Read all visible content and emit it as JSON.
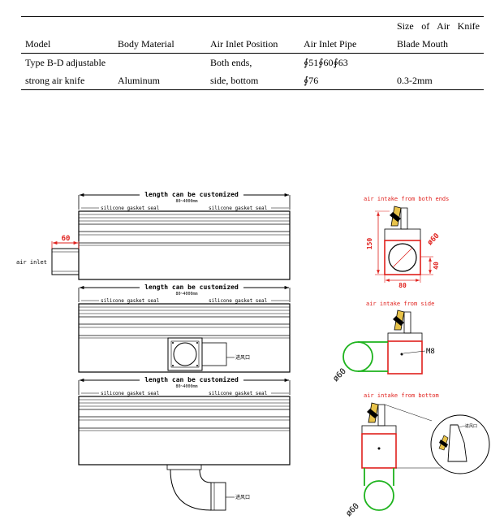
{
  "table": {
    "headers": [
      "Model",
      "Body Material",
      "Air Inlet Position",
      "Air Inlet Pipe"
    ],
    "header_last_line1": "Size of Air Knife",
    "header_last_line2": "Blade Mouth",
    "row": {
      "model_line1": "Type B-D adjustable",
      "model_line2": "strong air knife",
      "material": "Aluminum",
      "position_line1": "Both ends,",
      "position_line2": "side, bottom",
      "pipe_line1": "∮51∮60∮63",
      "pipe_line2": "∮76",
      "mouth": "0.3-2mm"
    }
  },
  "drawings": {
    "top": {
      "length_label": "length can be customized",
      "length_range": "80~4000mm",
      "seal_left": "silicone gasket seal",
      "seal_right": "silicone gasket seal",
      "dim_60": "60",
      "air_inlet": "air inlet"
    },
    "middle": {
      "length_label": "length can be customized",
      "length_range": "80~4000mm",
      "seal_left": "silicone gasket seal",
      "seal_right": "silicone gasket seal",
      "inlet_cn": "进风口"
    },
    "bottom": {
      "length_label": "length can be customized",
      "length_range": "80~4000mm",
      "seal_left": "silicone gasket seal",
      "seal_right": "silicone gasket seal",
      "inlet_cn": "进风口"
    },
    "end_view": {
      "title": "air intake from both ends",
      "dim_150": "150",
      "dim_40": "40",
      "dim_80": "80",
      "dia": "ø60"
    },
    "side_view": {
      "title": "air intake from side",
      "m8": "M8",
      "dia": "ø60"
    },
    "bottom_view": {
      "title": "air intake from bottom",
      "inlet_cn": "进风口",
      "dia": "ø60"
    }
  },
  "colors": {
    "red": "#e0201c",
    "green": "#1db31d",
    "black": "#000000"
  }
}
